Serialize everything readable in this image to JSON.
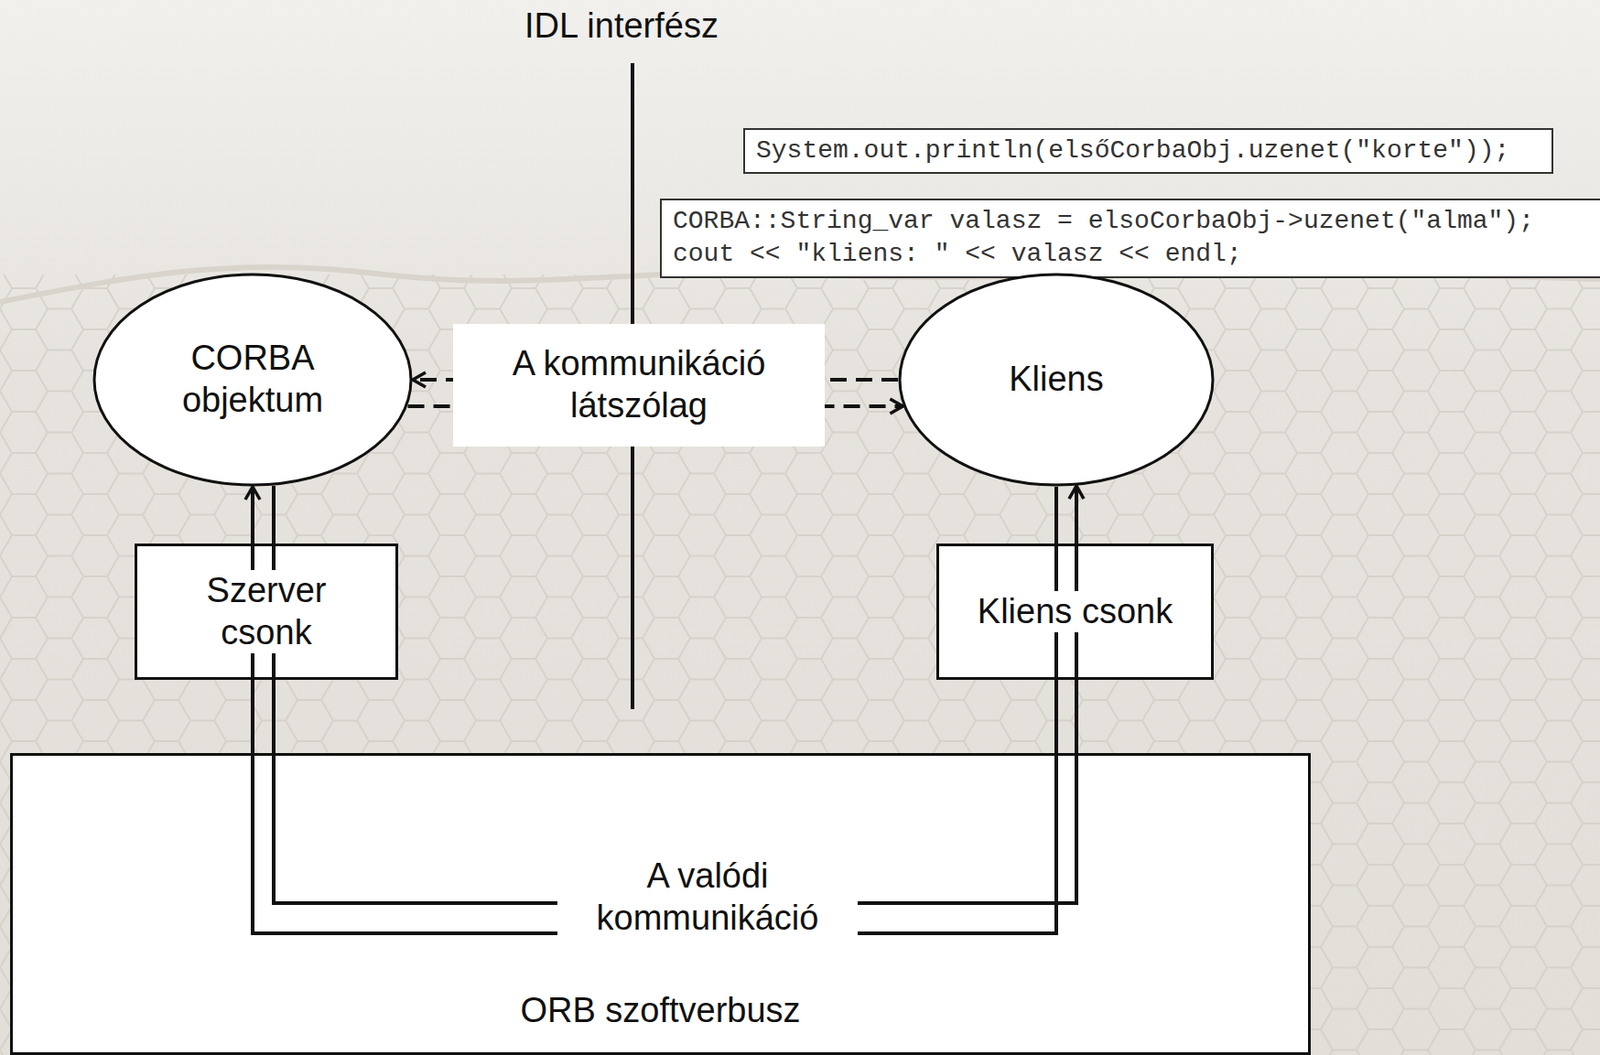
{
  "diagram": {
    "nodes": [
      {
        "text": [
          "System.out.println(elsőCorbaObj.uzenet(\"korte\"));"
        ]
      },
      {
        "text": [
          "CORBA::String_var valasz = elsoCorbaObj->uzenet(\"alma\");",
          "cout << \"kliens: \" << valasz << endl;"
        ]
      },
      {
        "text": [
          "CORBA objektum"
        ]
      },
      {
        "text": [
          "Kliens"
        ]
      },
      {
        "text": [
          "Szerver csonk"
        ]
      },
      {
        "text": [
          "Kliens csonk"
        ]
      },
      {
        "text": [
          "ORB szoftverbusz"
        ]
      }
    ],
    "edges": [
      {
        "from": 3,
        "to": 2,
        "arrow": "to",
        "label": "A kommunikáció látszólag"
      },
      {
        "from": 2,
        "to": 3,
        "arrow": "to"
      },
      {
        "from": 3,
        "to": 2,
        "arrow": "to",
        "label": "A valódi kommunikáció"
      },
      {
        "from": 2,
        "to": 3,
        "arrow": "to"
      }
    ],
    "labels": [
      "IDL interfész"
    ]
  }
}
